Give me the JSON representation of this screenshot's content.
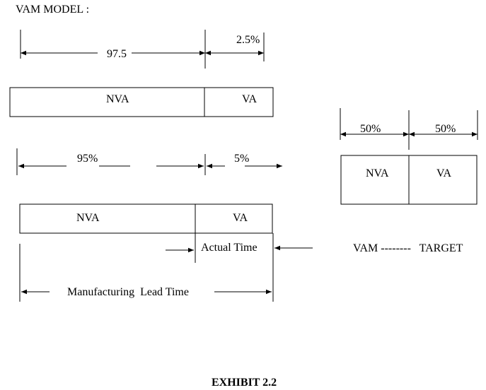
{
  "title": "VAM  MODEL :",
  "section1": {
    "dim_left": "97.5",
    "dim_right": "2.5%",
    "box_left": "NVA",
    "box_right": "VA"
  },
  "section2": {
    "dim_left": "95%",
    "dim_right": "5%",
    "box_left": "NVA",
    "box_right": "VA",
    "actual_time": "Actual Time",
    "lead_time": "Manufacturing  Lead Time"
  },
  "target_model": {
    "dim_left": "50%",
    "dim_right": "50%",
    "box_left": "NVA",
    "box_right": "VA"
  },
  "target_note": "VAM --------   TARGET",
  "caption": "EXHIBIT 2.2"
}
